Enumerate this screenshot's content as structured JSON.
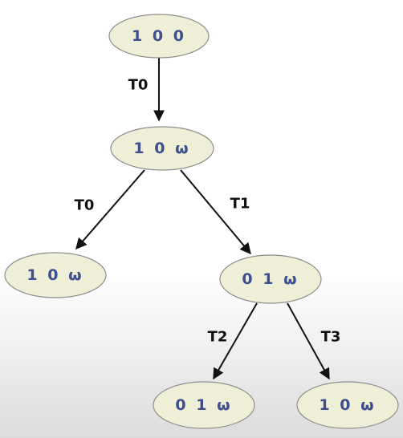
{
  "nodes": [
    {
      "id": "root",
      "label": "1 0 0"
    },
    {
      "id": "n1",
      "label": "1 0 ω"
    },
    {
      "id": "n2",
      "label": "1 0 ω"
    },
    {
      "id": "n3",
      "label": "0 1 ω"
    },
    {
      "id": "n4",
      "label": "0 1 ω"
    },
    {
      "id": "n5",
      "label": "1 0 ω"
    }
  ],
  "edges": [
    {
      "from": "root",
      "to": "n1",
      "label": "T0"
    },
    {
      "from": "n1",
      "to": "n2",
      "label": "T0"
    },
    {
      "from": "n1",
      "to": "n3",
      "label": "T1"
    },
    {
      "from": "n3",
      "to": "n4",
      "label": "T2"
    },
    {
      "from": "n3",
      "to": "n5",
      "label": "T3"
    }
  ]
}
